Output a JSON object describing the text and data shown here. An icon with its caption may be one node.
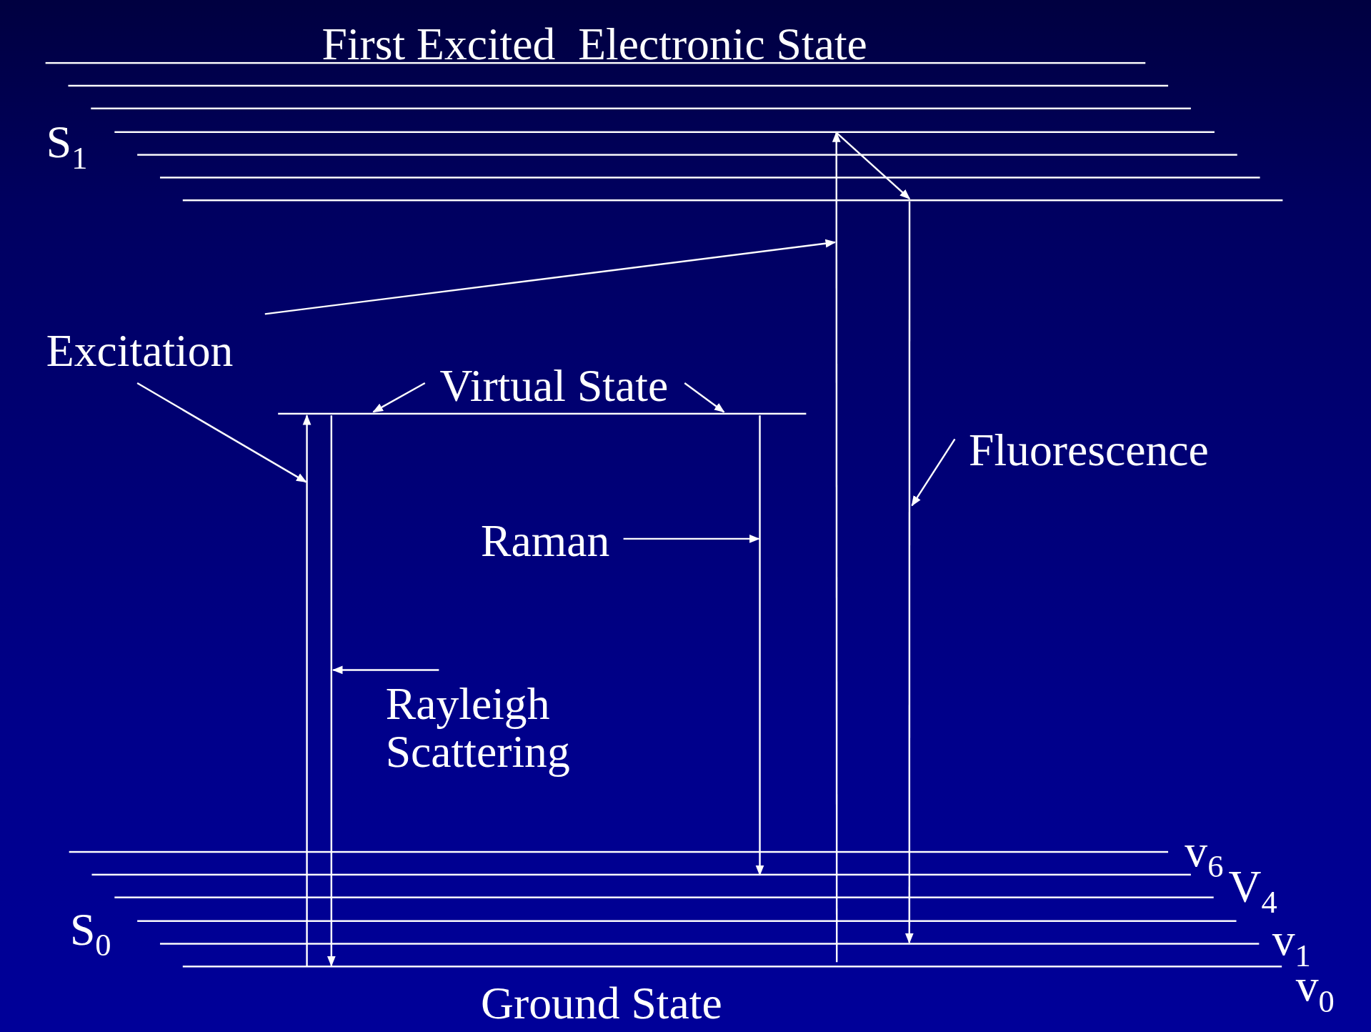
{
  "diagram": {
    "nodes": [
      {
        "text": [],
        "shape": "bar"
      },
      {
        "text": [],
        "shape": "bar"
      },
      {
        "text": [],
        "shape": "bar"
      },
      {
        "text": [],
        "shape": "bar"
      },
      {
        "text": [],
        "shape": "bar"
      },
      {
        "text": [],
        "shape": "bar"
      },
      {
        "text": [],
        "shape": "bar"
      },
      {
        "text": [
          "Excitation"
        ]
      },
      {
        "text": [
          "Virtual State"
        ]
      },
      {
        "text": [],
        "shape": "bar"
      },
      {
        "text": [
          "Fluorescence"
        ]
      },
      {
        "text": [
          "Raman"
        ]
      },
      {
        "text": [
          "Rayleigh Scattering"
        ]
      },
      {
        "text": [],
        "shape": "bar"
      },
      {
        "text": [],
        "shape": "bar"
      },
      {
        "text": [],
        "shape": "bar"
      },
      {
        "text": [],
        "shape": "bar"
      },
      {
        "text": [],
        "shape": "bar"
      },
      {
        "text": [],
        "shape": "bar"
      }
    ],
    "edges": [
      {
        "from": 18,
        "to": 9,
        "arrow": "to"
      },
      {
        "from": 9,
        "to": 18,
        "arrow": "to"
      },
      {
        "from": 9,
        "to": 14,
        "arrow": "to"
      },
      {
        "from": 18,
        "to": 3,
        "arrow": "to"
      },
      {
        "from": 3,
        "to": 6,
        "arrow": "to"
      },
      {
        "from": 6,
        "to": 17,
        "arrow": "to"
      },
      {
        "from": 7,
        "to": null,
        "arrow": "to"
      },
      {
        "from": 7,
        "to": null,
        "arrow": "to"
      },
      {
        "from": 8,
        "to": 9,
        "arrow": "to"
      },
      {
        "from": 8,
        "to": 9,
        "arrow": "to"
      },
      {
        "from": 10,
        "to": null,
        "arrow": "to"
      },
      {
        "from": 11,
        "to": null,
        "arrow": "to"
      },
      {
        "from": 12,
        "to": null,
        "arrow": "to"
      }
    ],
    "labels": [
      "First Excited  Electronic State",
      "S$_{1}$",
      "v$_{6}$",
      "V$_{4}$",
      "S$_{0}$",
      "v$_{1}$",
      "Ground State",
      "v$_{0}$"
    ]
  }
}
